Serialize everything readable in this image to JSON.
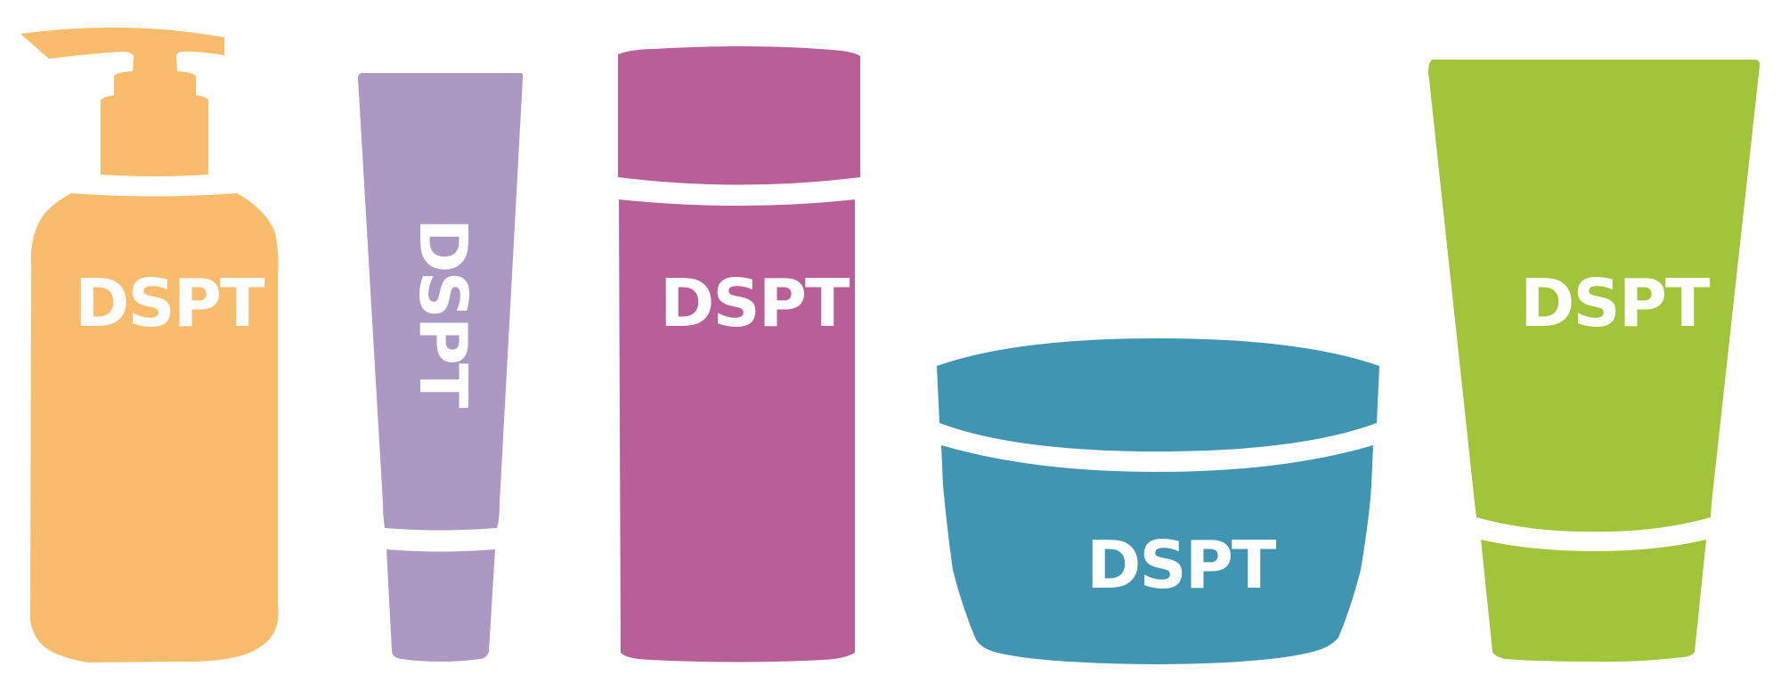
{
  "scene": {
    "background": "#ffffff",
    "products": [
      {
        "id": "pump-bottle",
        "type": "pump-bottle",
        "label": "DSPT",
        "color": "#F9BC6D"
      },
      {
        "id": "squeeze-tube-slim",
        "type": "tube",
        "label": "DSPT",
        "color": "#AB99C3",
        "label_orientation": "vertical"
      },
      {
        "id": "cylinder-bottle",
        "type": "cylinder-bottle",
        "label": "DSPT",
        "color": "#B95F98"
      },
      {
        "id": "cream-jar",
        "type": "jar",
        "label": "DSPT",
        "color": "#3F95B2"
      },
      {
        "id": "squeeze-tube-wide",
        "type": "tube",
        "label": "DSPT",
        "color": "#A1C43B"
      }
    ]
  }
}
